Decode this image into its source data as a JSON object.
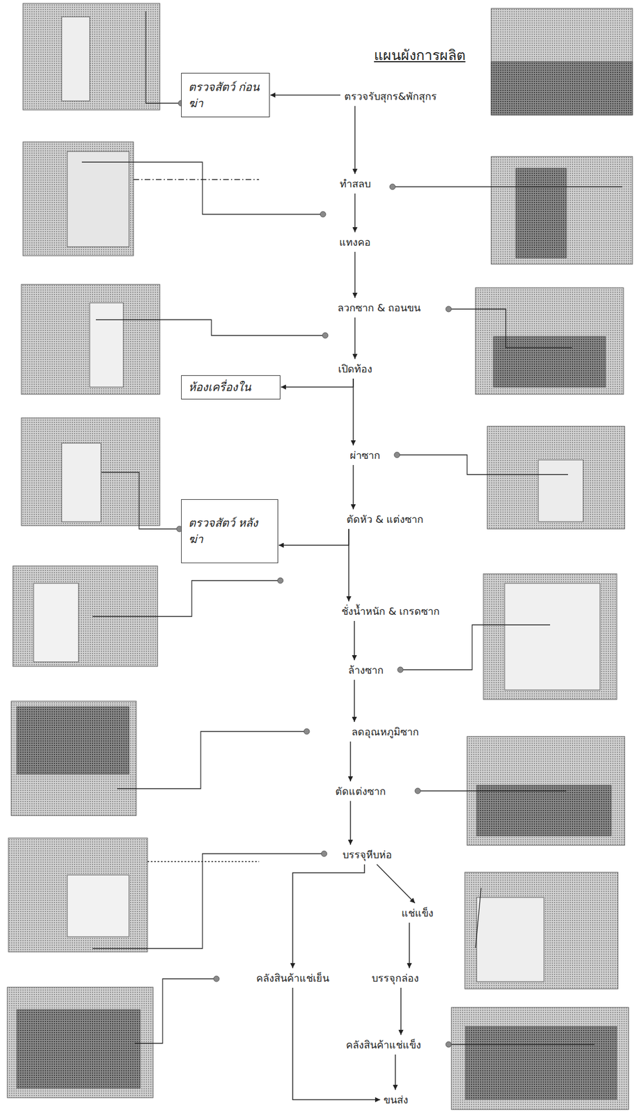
{
  "diagram": {
    "title": "แผนผังการผลิต",
    "nodes": [
      {
        "text": [
          "ตรวจรับสุกร&พักสุกร"
        ]
      },
      {
        "text": [
          "ตรวจสัตว์ ก่อนฆ่า"
        ]
      },
      {
        "text": [
          "ทำสลบ"
        ]
      },
      {
        "text": [
          "แทงคอ"
        ]
      },
      {
        "text": [
          "ลวกซาก & ถอนขน"
        ]
      },
      {
        "text": [
          "เปิดท้อง"
        ]
      },
      {
        "text": [
          "ห้องเครื่องใน"
        ]
      },
      {
        "text": [
          "ผ่าซาก"
        ]
      },
      {
        "text": [
          "ตัดหัว & แต่งซาก"
        ]
      },
      {
        "text": [
          "ตรวจสัตว์ หลังฆ่า"
        ]
      },
      {
        "text": [
          "ชั่งน้ำหนัก & เกรดซาก"
        ]
      },
      {
        "text": [
          "ล้างซาก"
        ]
      },
      {
        "text": [
          "ลดอุณหภูมิซาก"
        ]
      },
      {
        "text": [
          "ตัดแต่งซาก"
        ]
      },
      {
        "text": [
          "บรรจุหีบห่อ"
        ]
      },
      {
        "text": [
          "แช่แข็ง"
        ]
      },
      {
        "text": [
          "คลังสินค้าแช่เย็น"
        ]
      },
      {
        "text": [
          "บรรจุกล่อง"
        ]
      },
      {
        "text": [
          "คลังสินค้าแช่แข็ง"
        ]
      },
      {
        "text": [
          "ขนส่ง"
        ]
      }
    ],
    "edges": [
      {
        "from": 0,
        "to": 1,
        "arrow": "to"
      },
      {
        "from": 0,
        "to": 2,
        "arrow": "to"
      },
      {
        "from": 2,
        "to": 3,
        "arrow": "to"
      },
      {
        "from": 3,
        "to": 4,
        "arrow": "to"
      },
      {
        "from": 4,
        "to": 5,
        "arrow": "to"
      },
      {
        "from": 5,
        "to": 6,
        "arrow": "to"
      },
      {
        "from": 5,
        "to": 7,
        "arrow": "to"
      },
      {
        "from": 7,
        "to": 8,
        "arrow": "to"
      },
      {
        "from": 8,
        "to": 9,
        "arrow": "to"
      },
      {
        "from": 8,
        "to": 10,
        "arrow": "to"
      },
      {
        "from": 10,
        "to": 11,
        "arrow": "to"
      },
      {
        "from": 11,
        "to": 12,
        "arrow": "to"
      },
      {
        "from": 12,
        "to": 13,
        "arrow": "to"
      },
      {
        "from": 13,
        "to": 14,
        "arrow": "to"
      },
      {
        "from": 14,
        "to": 15,
        "arrow": "to"
      },
      {
        "from": 14,
        "to": 16,
        "arrow": "to"
      },
      {
        "from": 15,
        "to": 17,
        "arrow": "to"
      },
      {
        "from": 17,
        "to": 18,
        "arrow": "to"
      },
      {
        "from": 18,
        "to": 19,
        "arrow": "to"
      },
      {
        "from": 16,
        "to": 19,
        "arrow": "to"
      }
    ]
  }
}
